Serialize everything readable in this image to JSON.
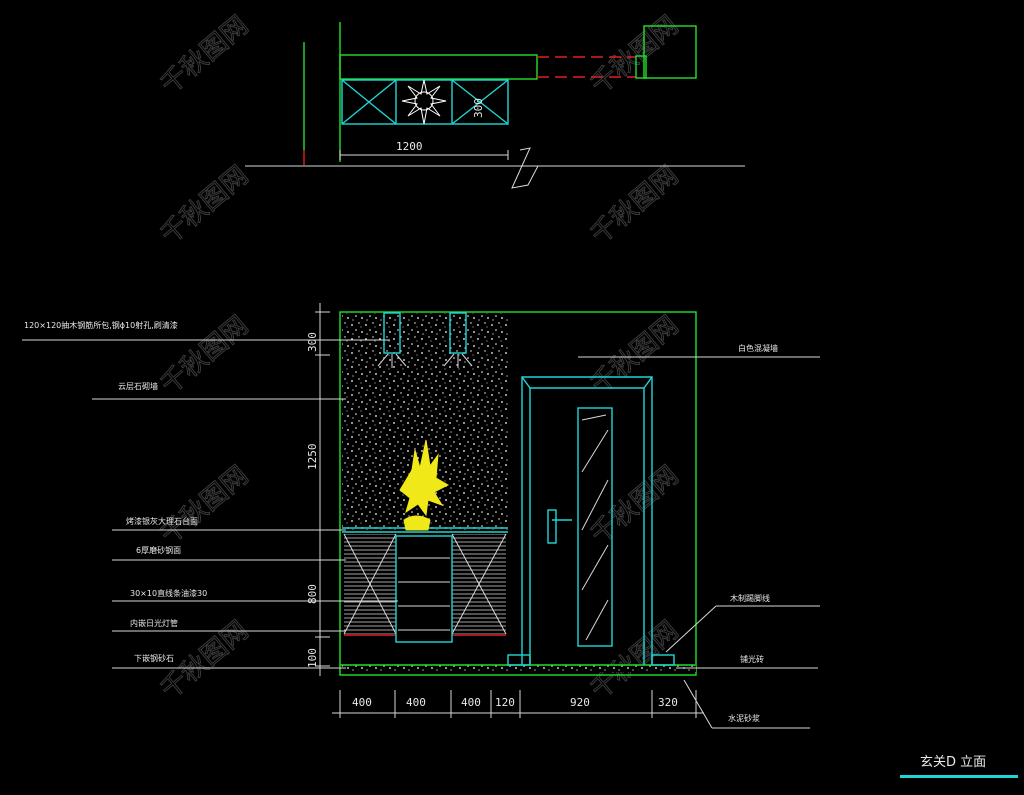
{
  "plan": {
    "dim_1200": "1200",
    "dim_300": "300"
  },
  "elevation": {
    "dims_vertical": [
      "300",
      "1250",
      "800",
      "100"
    ],
    "dims_horizontal": [
      "400",
      "400",
      "400",
      "120",
      "920",
      "320"
    ],
    "labels_left": [
      "120×120抽木钢筋所包,钢ϕ10射孔,刷清漆",
      "云层石砌墙",
      "烤漆银灰大理石台面",
      "6厚磨砂钢面",
      "30×10直线条油漆30",
      "内嵌日光灯管",
      "下嵌钢砂石"
    ],
    "labels_right": [
      "白色混凝墙",
      "木制踢脚线",
      "铺光砖",
      "水泥砂浆"
    ]
  },
  "title": "玄关D 立面",
  "watermark": "千秋图网",
  "colors": {
    "background": "#000000",
    "cyan": "#1fd6d6",
    "green": "#22e028",
    "red": "#e02020",
    "yellow": "#f0e818",
    "white": "#d8d8d8"
  }
}
